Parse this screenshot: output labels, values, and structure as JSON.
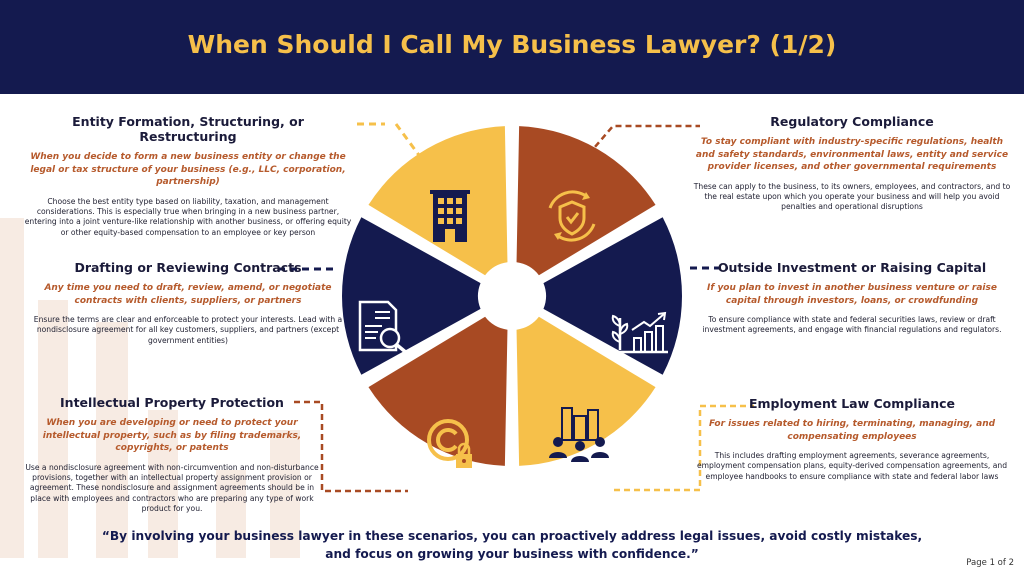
{
  "title": "When Should I Call My Business Lawyer? (1/2)",
  "colors": {
    "navy": "#141a4f",
    "gold": "#f6c04a",
    "rust": "#a84a23",
    "subtitle_orange": "#b65a2c",
    "watermark": "#f7ebe3"
  },
  "sections": [
    {
      "id": "entity",
      "title": "Entity Formation, Structuring, or Restructuring",
      "subtitle": "When you decide to form a new business entity or change the legal or tax structure of your business (e.g., LLC, corporation, partnership)",
      "body": "Choose the best entity type based on liability, taxation, and management considerations. This is especially true when bringing in a new business partner, entering into a joint venture-like relationship with another business, or offering equity or other equity-based compensation to an employee or key person",
      "icon": "building-icon"
    },
    {
      "id": "contracts",
      "title": "Drafting or Reviewing Contracts",
      "subtitle": "Any time you need to draft, review, amend, or negotiate contracts with clients, suppliers, or partners",
      "body": "Ensure the terms are clear and enforceable to protect your interests. Lead with a nondisclosure agreement for all key customers, suppliers, and partners (except government entities)",
      "icon": "document-magnifier-icon"
    },
    {
      "id": "ip",
      "title": "Intellectual Property Protection",
      "subtitle": "When you are developing or need to protect your intellectual property, such as by filing trademarks, copyrights, or patents",
      "body": "Use a nondisclosure agreement with non-circumvention and non-disturbance provisions, together with an intellectual property assignment provision or agreement. These nondisclosure and assignment agreements should be in place with employees and contractors who are preparing any type of work product for you.",
      "icon": "copyright-lock-icon"
    },
    {
      "id": "regulatory",
      "title": "Regulatory Compliance",
      "subtitle": "To stay compliant with industry-specific regulations, health and safety standards, environmental laws, entity and service provider licenses, and other governmental requirements",
      "body": "These can apply to the business, to its owners, employees, and contractors, and to the real estate upon which you operate your business and will help you avoid penalties and operational disruptions",
      "icon": "shield-check-icon"
    },
    {
      "id": "investment",
      "title": "Outside Investment or Raising Capital",
      "subtitle": "If you plan to invest in another business venture or raise capital through investors, loans, or crowdfunding",
      "body": "To ensure compliance with state and federal securities laws, review or draft investment agreements, and engage with financial regulations and regulators.",
      "icon": "growth-chart-icon"
    },
    {
      "id": "employment",
      "title": "Employment Law Compliance",
      "subtitle": "For issues related to hiring, terminating, managing, and compensating employees",
      "body": "This includes drafting employment agreements, severance agreements, employment compensation plans, equity-derived compensation agreements, and employee handbooks to ensure compliance with state and federal labor laws",
      "icon": "team-building-icon"
    }
  ],
  "quote": "“By involving your business lawyer in these scenarios, you can proactively address legal issues, avoid costly mistakes, and focus on growing your business with confidence.”",
  "page_number": "Page 1 of 2"
}
